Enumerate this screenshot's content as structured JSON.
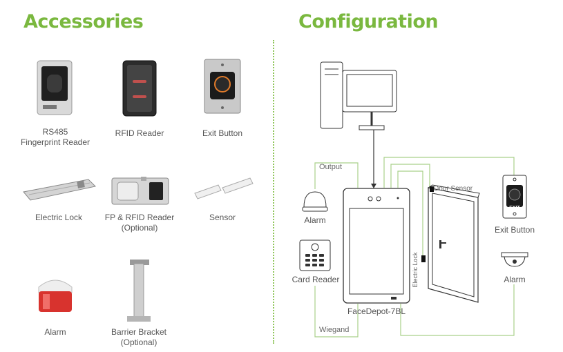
{
  "headings": {
    "accessories": "Accessories",
    "configuration": "Configuration"
  },
  "accessories": [
    {
      "line1": "RS485",
      "line2": "Fingerprint Reader"
    },
    {
      "line1": "RFID Reader",
      "line2": ""
    },
    {
      "line1": "Exit Button",
      "line2": ""
    },
    {
      "line1": "Electric Lock",
      "line2": ""
    },
    {
      "line1": "FP & RFID Reader",
      "line2": "(Optional)"
    },
    {
      "line1": "Sensor",
      "line2": ""
    },
    {
      "line1": "Alarm",
      "line2": ""
    },
    {
      "line1": "Barrier Bracket",
      "line2": "(Optional)"
    }
  ],
  "configuration": {
    "output_label": "Output",
    "wiegand_label": "Wiegand",
    "alarm_left": "Alarm",
    "card_reader": "Card Reader",
    "device_name": "FaceDepot-7BL",
    "door_sensor": "Door Sensor",
    "electric_lock": "Electric Lock",
    "exit_button": "Exit Button",
    "exit_text": "EXIT",
    "alarm_right": "Alarm"
  },
  "colors": {
    "accent_green": "#7ab83f",
    "wire_green": "#a9d08a",
    "line_dark": "#333333"
  }
}
